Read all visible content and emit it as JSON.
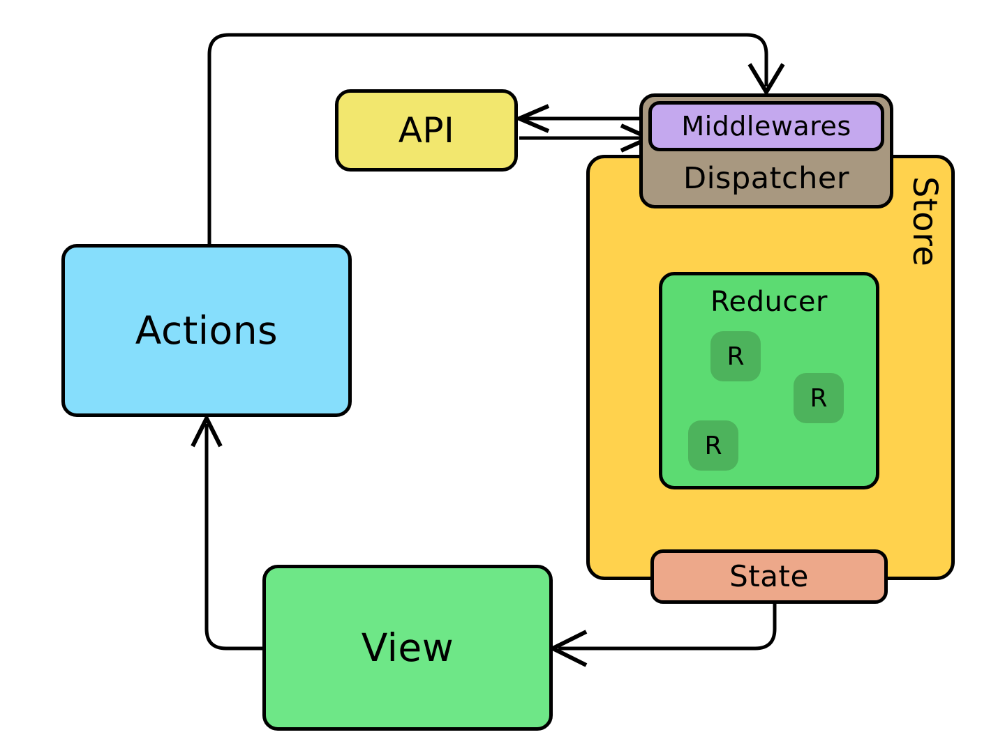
{
  "diagram": {
    "title": "Redux data flow diagram",
    "nodes": {
      "actions": {
        "label": "Actions",
        "color": "#86defc"
      },
      "api": {
        "label": "API",
        "color": "#f2e76e"
      },
      "view": {
        "label": "View",
        "color": "#6ee787"
      },
      "store": {
        "label": "Store",
        "color": "#ffd24d"
      },
      "dispatcher": {
        "label": "Dispatcher",
        "color": "#a89880"
      },
      "middlewares": {
        "label": "Middlewares",
        "color": "#c4a8ee"
      },
      "reducer": {
        "label": "Reducer",
        "color": "#5cdb72"
      },
      "state": {
        "label": "State",
        "color": "#eda88a"
      }
    },
    "reducer_chips": [
      {
        "label": "R"
      },
      {
        "label": "R"
      },
      {
        "label": "R"
      }
    ],
    "edges": [
      {
        "name": "actions-to-dispatcher",
        "from": "Actions",
        "to": "Dispatcher"
      },
      {
        "name": "middlewares-to-api",
        "from": "Middlewares",
        "to": "API"
      },
      {
        "name": "api-to-middlewares",
        "from": "API",
        "to": "Middlewares"
      },
      {
        "name": "dispatcher-to-reducer",
        "from": "Dispatcher",
        "to": "Reducer"
      },
      {
        "name": "state-to-reducer",
        "from": "State",
        "to": "Reducer"
      },
      {
        "name": "reducer-to-state",
        "from": "Reducer",
        "to": "State"
      },
      {
        "name": "state-to-view",
        "from": "State",
        "to": "View"
      },
      {
        "name": "view-to-actions",
        "from": "View",
        "to": "Actions"
      }
    ],
    "stroke_color": "#000000"
  }
}
